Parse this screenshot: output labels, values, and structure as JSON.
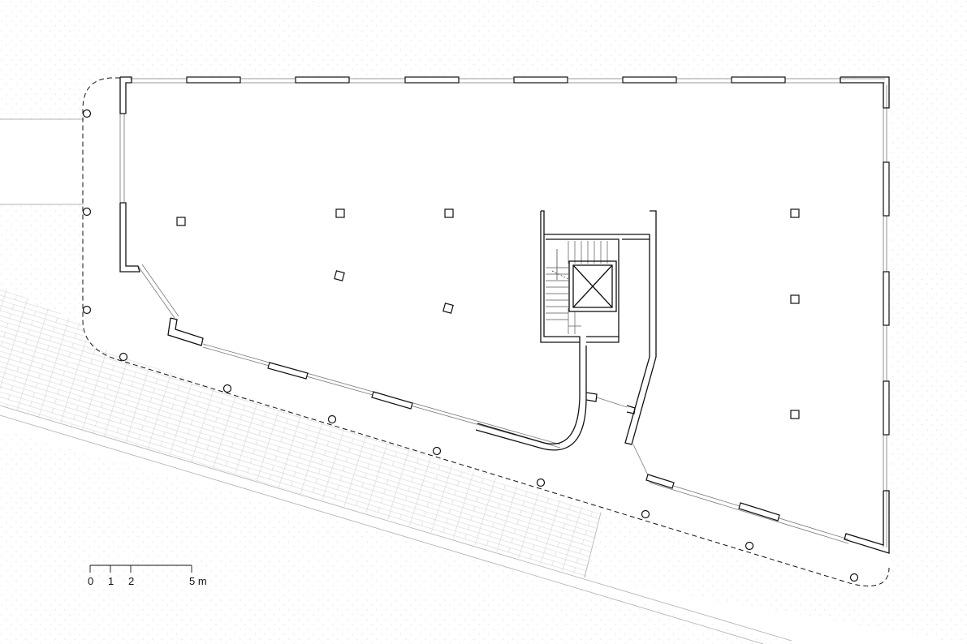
{
  "drawing": {
    "type": "architectural floor plan",
    "colors": {
      "line": "#111111",
      "thin_line": "#9a9a9a",
      "stipple": "#c8c8c8",
      "paving": "#cfcfcf",
      "background": "#ffffff"
    }
  },
  "scale_bar": {
    "labels": [
      "0",
      "1",
      "2",
      "5 m"
    ]
  }
}
